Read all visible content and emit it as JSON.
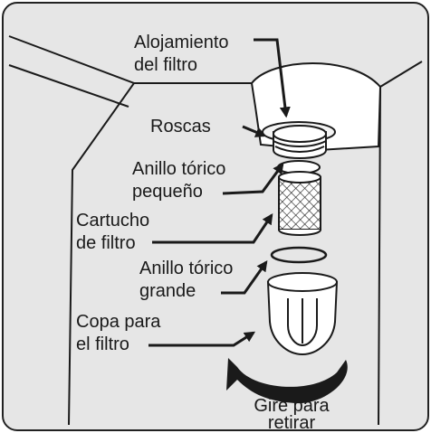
{
  "diagram": {
    "labels": {
      "housing": [
        "Alojamiento",
        "del filtro"
      ],
      "threads": [
        "Roscas"
      ],
      "small_oring": [
        "Anillo tórico",
        "pequeño"
      ],
      "cartridge": [
        "Cartucho",
        "de filtro"
      ],
      "large_oring": [
        "Anillo tórico",
        "grande"
      ],
      "cup": [
        "Copa para",
        "el filtro"
      ],
      "instruction": [
        "Gire para",
        "retirar"
      ]
    }
  },
  "colors": {
    "panel_bg": "#e6e6e6",
    "ink": "#1a1a1a",
    "part_fill": "#ffffff"
  }
}
